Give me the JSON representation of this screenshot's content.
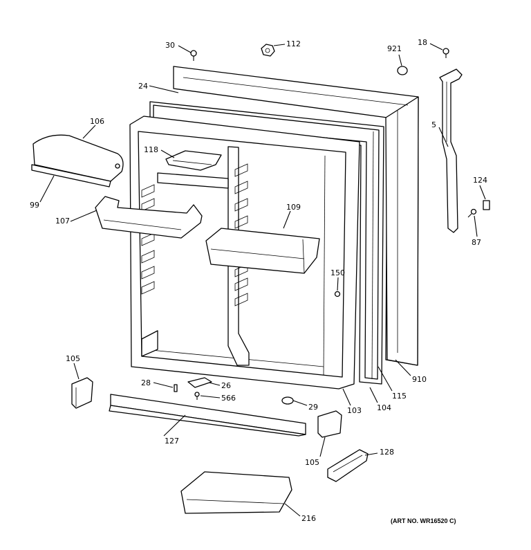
{
  "diagram": {
    "parts": {
      "p30": "30",
      "p112": "112",
      "p921": "921",
      "p18": "18",
      "p24": "24",
      "p106": "106",
      "p5": "5",
      "p118": "118",
      "p99": "99",
      "p124": "124",
      "p107": "107",
      "p109": "109",
      "p87": "87",
      "p150": "150",
      "p105a": "105",
      "p910": "910",
      "p28": "28",
      "p26": "26",
      "p566": "566",
      "p29": "29",
      "p103": "103",
      "p104": "104",
      "p115": "115",
      "p127": "127",
      "p105b": "105",
      "p128": "128",
      "p216": "216"
    },
    "art_number": "(ART NO. WR16520 C)"
  }
}
